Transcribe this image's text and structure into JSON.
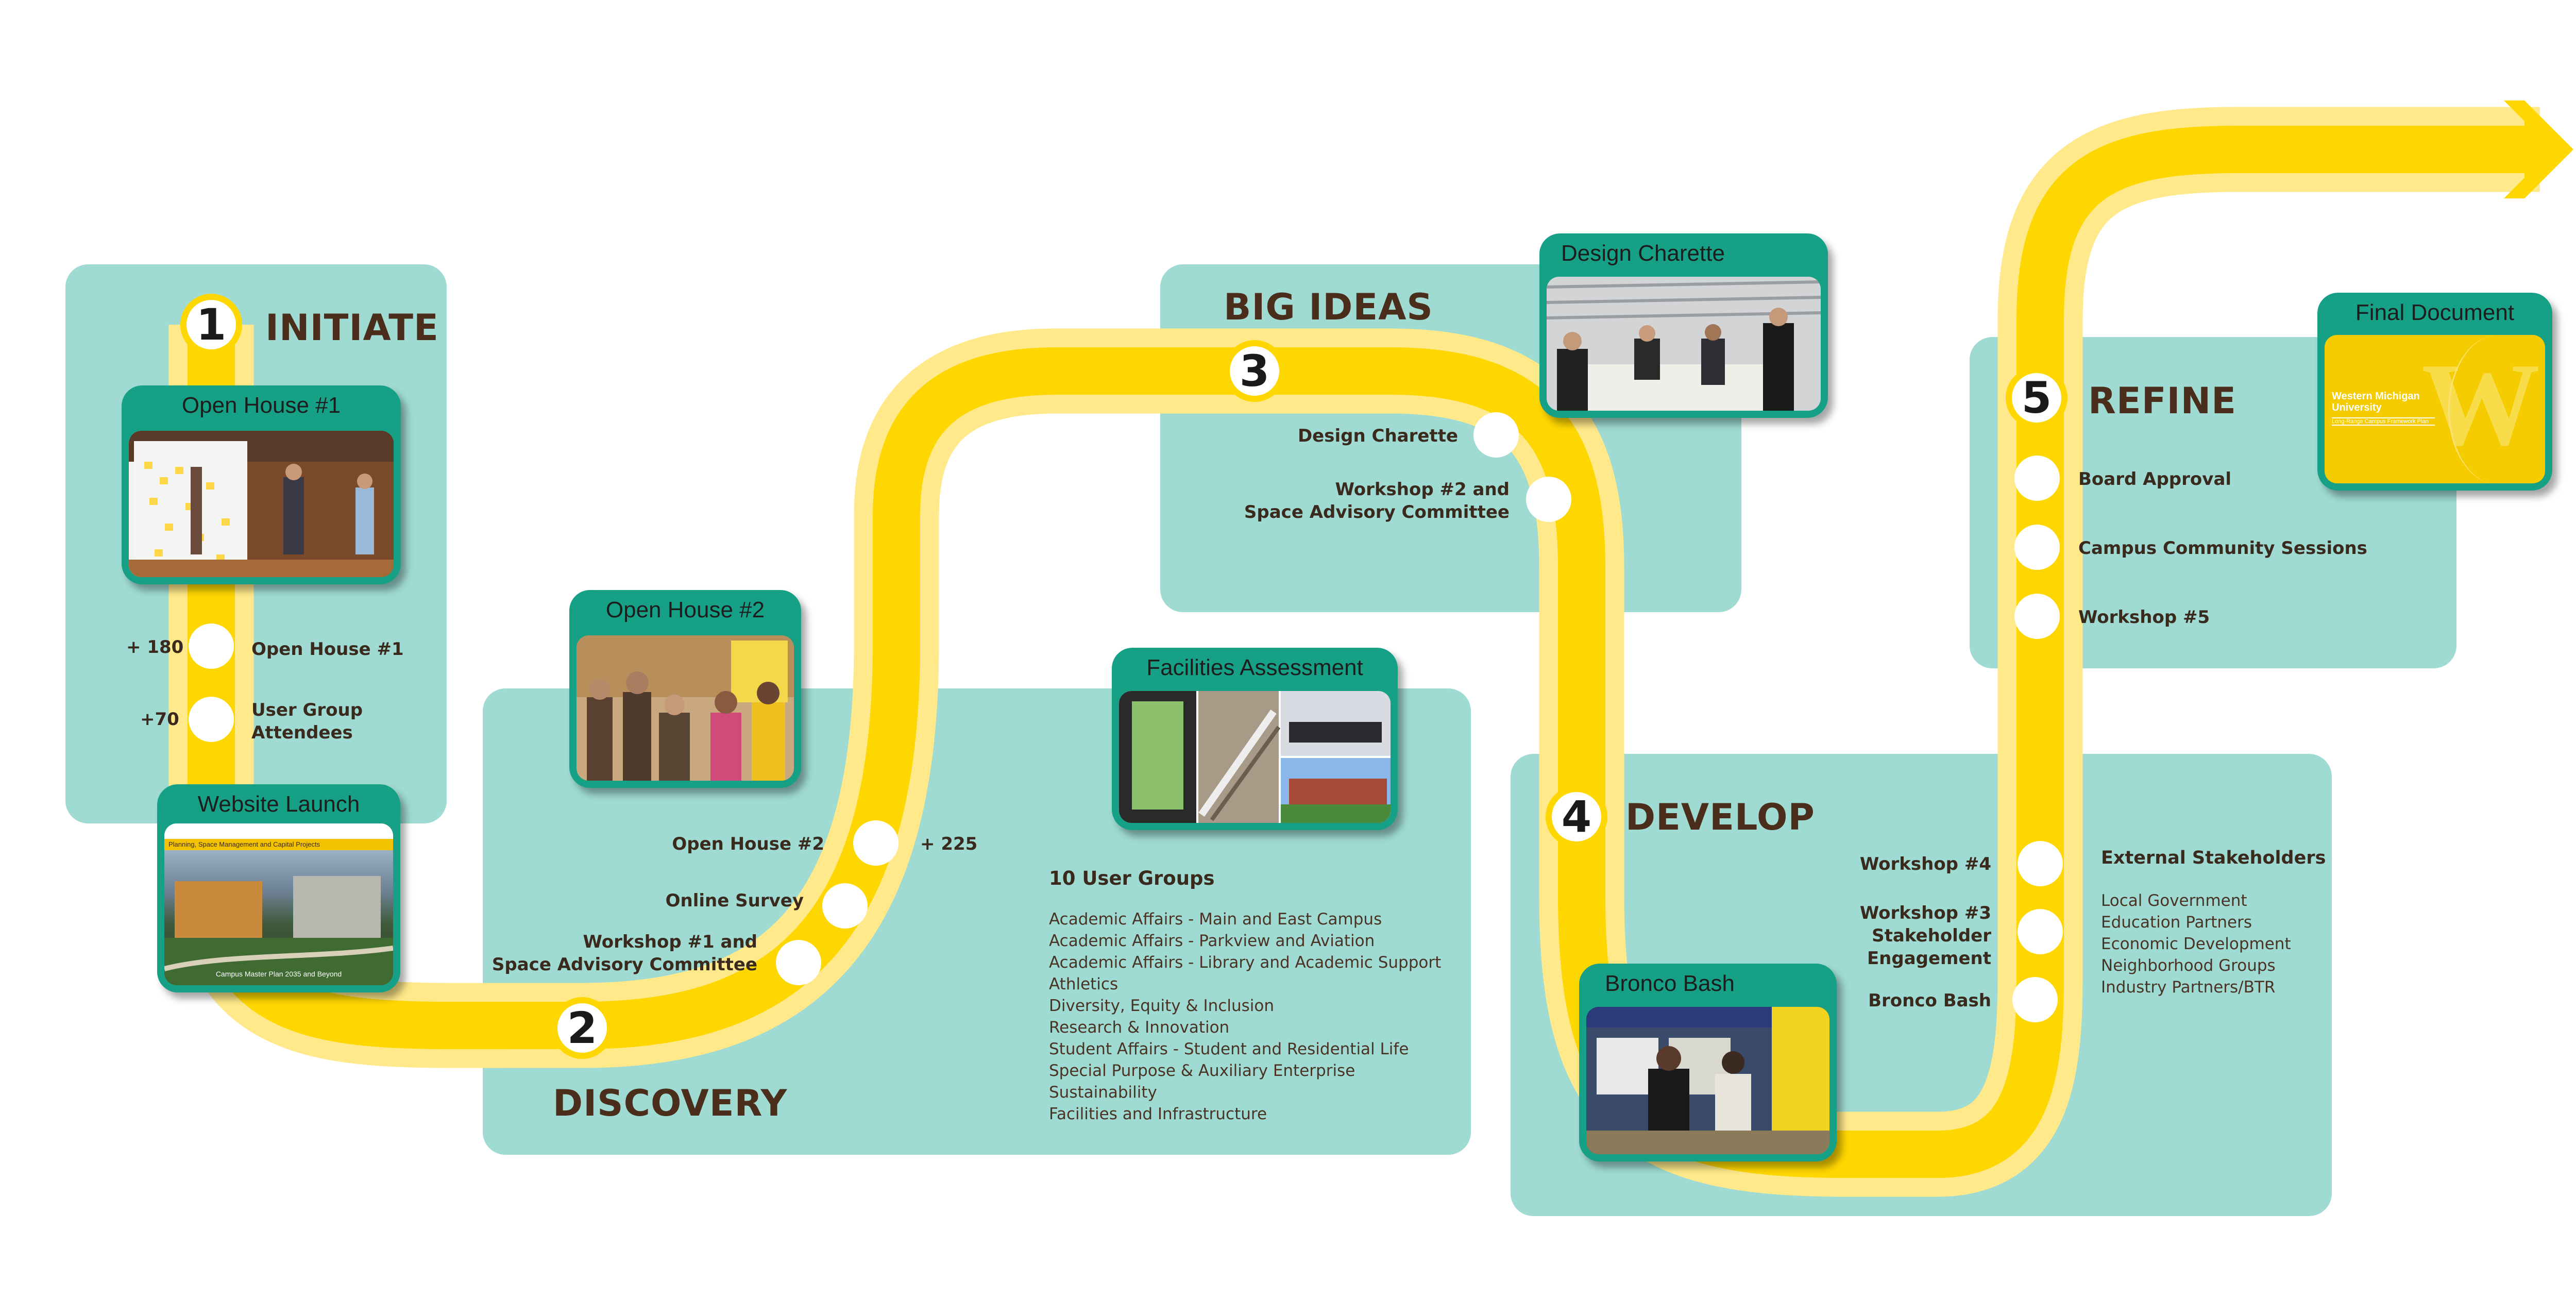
{
  "stages": {
    "s1": {
      "num": "1",
      "name": "INITIATE"
    },
    "s2": {
      "num": "2",
      "name": "DISCOVERY"
    },
    "s3": {
      "num": "3",
      "name": "BIG IDEAS"
    },
    "s4": {
      "num": "4",
      "name": "DEVELOP"
    },
    "s5": {
      "num": "5",
      "name": "REFINE"
    }
  },
  "cards": {
    "open_house_1": "Open House #1",
    "website_launch": "Website Launch",
    "open_house_2": "Open House #2",
    "facilities_assessment": "Facilities Assessment",
    "design_charette": "Design Charette",
    "bronco_bash": "Bronco Bash",
    "final_document": "Final Document"
  },
  "initiate": {
    "count1": "+ 180",
    "event1": "Open House #1",
    "count2": "+70",
    "event2_line1": "User Group",
    "event2_line2": "Attendees"
  },
  "discovery": {
    "open_house_2": "Open House #2",
    "count": "+ 225",
    "online_survey": "Online Survey",
    "workshop1_line1": "Workshop #1 and",
    "workshop1_line2": "Space Advisory Committee"
  },
  "user_groups": {
    "title": "10 User Groups",
    "items": [
      "Academic Affairs - Main and East Campus",
      "Academic Affairs - Parkview and Aviation",
      "Academic Affairs - Library and Academic Support",
      "Athletics",
      "Diversity, Equity & Inclusion",
      "Research & Innovation",
      "Student Affairs - Student and Residential Life",
      "Special Purpose & Auxiliary Enterprise",
      "Sustainability",
      "Facilities and Infrastructure"
    ]
  },
  "big_ideas": {
    "design_charette": "Design Charette",
    "workshop2_line1": "Workshop #2 and",
    "workshop2_line2": "Space Advisory Committee"
  },
  "develop": {
    "workshop4": "Workshop #4",
    "workshop3_line1": "Workshop #3",
    "workshop3_line2": "Stakeholder",
    "workshop3_line3": "Engagement",
    "bronco_bash": "Bronco Bash",
    "external_title": "External Stakeholders",
    "external_items": [
      "Local Government",
      "Education Partners",
      "Economic Development",
      "Neighborhood Groups",
      "Industry Partners/BTR"
    ]
  },
  "refine": {
    "board_approval": "Board Approval",
    "campus_sessions": "Campus Community Sessions",
    "workshop5": "Workshop #5"
  },
  "final_doc": {
    "line1": "Western Michigan",
    "line2": "University",
    "line3": "Long-Range Campus Framework Plan",
    "logo_letter": "W"
  },
  "website_screen": {
    "banner": "Planning, Space Management and Capital Projects",
    "caption": "Campus Master Plan 2035 and Beyond"
  },
  "colors": {
    "panel": "#9fdbd2",
    "card": "#16a187",
    "path": "#ffd700",
    "path_glow": "#ffe98a",
    "text": "#4a2e1b"
  }
}
